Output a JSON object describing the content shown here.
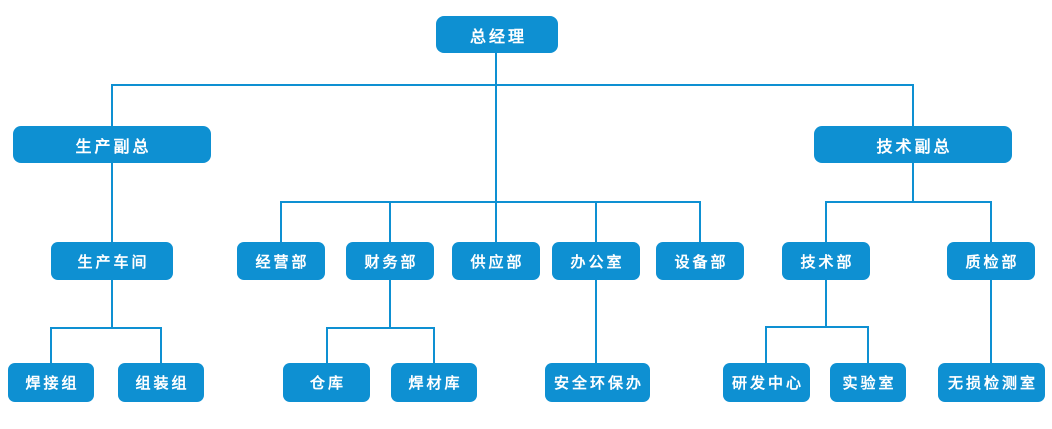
{
  "colors": {
    "node_background": "#0e90d2",
    "node_text": "#ffffff",
    "connector_line": "#0e90d2",
    "page_background": "#ffffff"
  },
  "org_chart": {
    "type": "organization-chart",
    "nodes": {
      "general_manager": {
        "label": "总经理"
      },
      "production_vp": {
        "label": "生产副总"
      },
      "technology_vp": {
        "label": "技术副总"
      },
      "production_workshop": {
        "label": "生产车间"
      },
      "operations_dept": {
        "label": "经营部"
      },
      "finance_dept": {
        "label": "财务部"
      },
      "supply_dept": {
        "label": "供应部"
      },
      "office": {
        "label": "办公室"
      },
      "equipment_dept": {
        "label": "设备部"
      },
      "technology_dept": {
        "label": "技术部"
      },
      "quality_inspection_dept": {
        "label": "质检部"
      },
      "welding_group": {
        "label": "焊接组"
      },
      "assembly_group": {
        "label": "组装组"
      },
      "warehouse": {
        "label": "仓库"
      },
      "welding_material_warehouse": {
        "label": "焊材库"
      },
      "safety_environment_office": {
        "label": "安全环保办"
      },
      "rd_center": {
        "label": "研发中心"
      },
      "laboratory": {
        "label": "实验室"
      },
      "ndt_room": {
        "label": "无损检测室"
      }
    },
    "hierarchy": [
      {
        "parent": "general_manager",
        "children": [
          "production_vp",
          "operations_dept",
          "finance_dept",
          "supply_dept",
          "office",
          "equipment_dept",
          "technology_vp"
        ]
      },
      {
        "parent": "production_vp",
        "children": [
          "production_workshop"
        ]
      },
      {
        "parent": "production_workshop",
        "children": [
          "welding_group",
          "assembly_group"
        ]
      },
      {
        "parent": "finance_dept",
        "children": [
          "warehouse",
          "welding_material_warehouse"
        ]
      },
      {
        "parent": "office",
        "children": [
          "safety_environment_office"
        ]
      },
      {
        "parent": "technology_vp",
        "children": [
          "technology_dept",
          "quality_inspection_dept"
        ]
      },
      {
        "parent": "technology_dept",
        "children": [
          "rd_center",
          "laboratory"
        ]
      },
      {
        "parent": "quality_inspection_dept",
        "children": [
          "ndt_room"
        ]
      }
    ]
  }
}
